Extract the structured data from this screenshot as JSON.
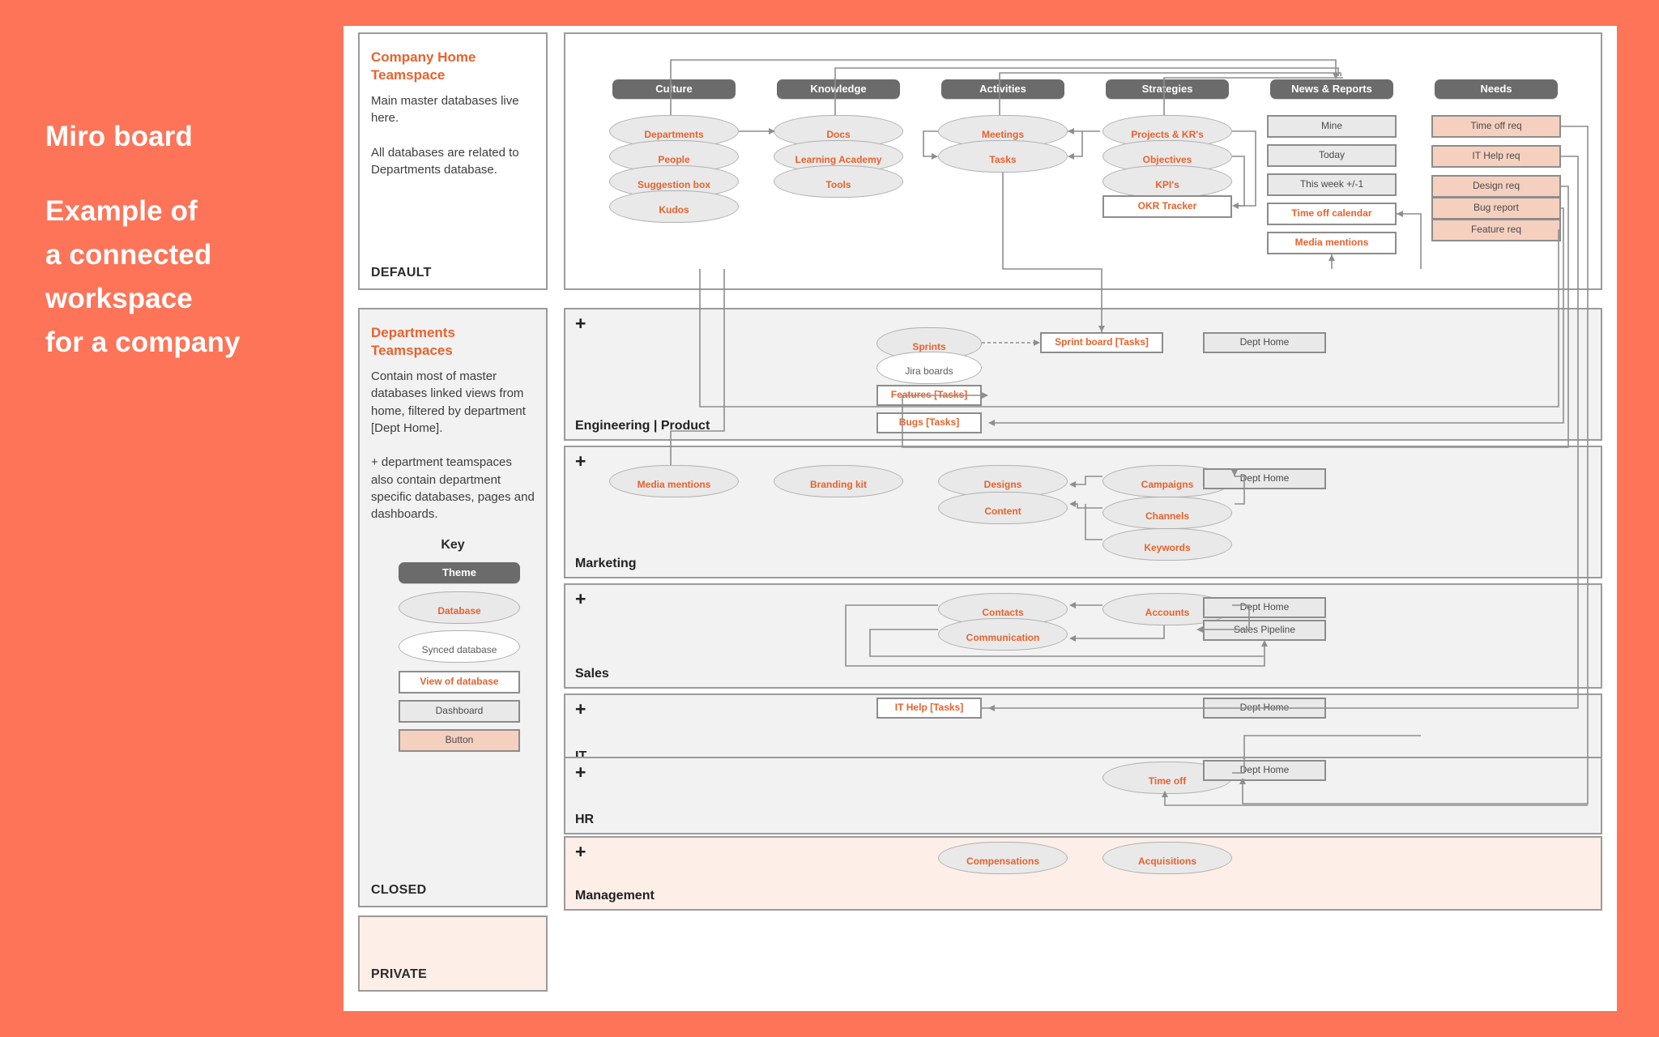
{
  "intro": {
    "lines": [
      "Miro board",
      "",
      "Example of",
      "a connected",
      "workspace",
      "for a company"
    ]
  },
  "sidebar": {
    "panels": [
      {
        "title": "Company Home\nTeamspace",
        "body": "Main master databases live here.\n\nAll databases are related to Departments database.",
        "footer": "DEFAULT"
      },
      {
        "title": "Departments\nTeamspaces",
        "body": "Contain most of master databases linked views from home, filtered by department [Dept Home].\n\n+ department teamspaces also contain department specific databases, pages and dashboards.",
        "footer": "CLOSED"
      },
      {
        "title": "",
        "body": "",
        "footer": "PRIVATE"
      }
    ],
    "key": {
      "heading": "Key",
      "items": [
        {
          "label": "Theme",
          "shape": "theme"
        },
        {
          "label": "Database",
          "shape": "db"
        },
        {
          "label": "Synced database",
          "shape": "db-sync"
        },
        {
          "label": "View of database",
          "shape": "view"
        },
        {
          "label": "Dashboard",
          "shape": "dash"
        },
        {
          "label": "Button",
          "shape": "btn"
        }
      ]
    }
  },
  "home": {
    "themes": [
      {
        "label": "Culture"
      },
      {
        "label": "Knowledge"
      },
      {
        "label": "Activities"
      },
      {
        "label": "Strategies"
      },
      {
        "label": "News & Reports"
      },
      {
        "label": "Needs"
      }
    ],
    "culture": [
      "Departments",
      "People",
      "Suggestion box",
      "Kudos"
    ],
    "knowledge": [
      "Docs",
      "Learning Academy",
      "Tools"
    ],
    "activities": [
      "Meetings",
      "Tasks"
    ],
    "strategies": [
      "Projects & KR's",
      "Objectives",
      "KPI's"
    ],
    "strategies_view": "OKR Tracker",
    "news_dashboards": [
      "Mine",
      "Today",
      "This week +/-1"
    ],
    "news_views": [
      "Time off calendar",
      "Media mentions"
    ],
    "needs_buttons": [
      "Time off req",
      "IT Help req",
      "Design req",
      "Bug report",
      "Feature req"
    ]
  },
  "departments": [
    {
      "name": "Engineering | Product",
      "plus": "+",
      "databases": [
        "Sprints"
      ],
      "synced": [
        "Jira boards"
      ],
      "views": [
        "Features [Tasks]",
        "Bugs [Tasks]",
        "Sprint board [Tasks]"
      ],
      "dashboards": [
        "Dept Home"
      ]
    },
    {
      "name": "Marketing",
      "plus": "+",
      "databases": [
        "Media mentions",
        "Branding kit",
        "Designs",
        "Content",
        "Campaigns",
        "Channels",
        "Keywords"
      ],
      "synced": [],
      "views": [],
      "dashboards": [
        "Dept Home"
      ]
    },
    {
      "name": "Sales",
      "plus": "+",
      "databases": [
        "Contacts",
        "Communication",
        "Accounts"
      ],
      "synced": [],
      "views": [],
      "dashboards": [
        "Dept Home",
        "Sales Pipeline"
      ]
    },
    {
      "name": "IT",
      "plus": "+",
      "databases": [],
      "synced": [],
      "views": [
        "IT Help [Tasks]"
      ],
      "dashboards": [
        "Dept Home"
      ]
    },
    {
      "name": "HR",
      "plus": "+",
      "databases": [
        "Time off"
      ],
      "synced": [],
      "views": [],
      "dashboards": [
        "Dept Home"
      ]
    },
    {
      "name": "Management",
      "plus": "+",
      "databases": [
        "Compensations",
        "Acquisitions"
      ],
      "synced": [],
      "views": [],
      "dashboards": []
    }
  ],
  "colors": {
    "background": "#FD7458",
    "accent": "#e8622d",
    "theme_fill": "#6b6b6b",
    "db_fill": "#e9e9e9",
    "button_fill": "#f6d0bf",
    "private_fill": "#fdeee8"
  }
}
